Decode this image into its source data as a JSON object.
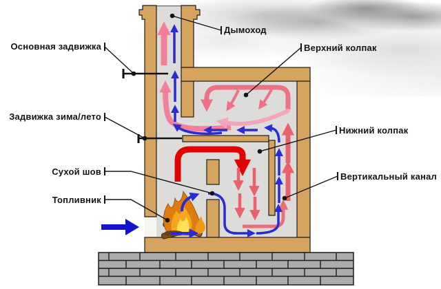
{
  "diagram": {
    "labels": {
      "chimney": "Дымоход",
      "main_damper": "Основная задвижка",
      "winter_summer_damper": "Задвижка зима/лето",
      "upper_bell": "Верхний колпак",
      "lower_bell": "Нижний колпак",
      "dry_seam": "Сухой шов",
      "firebox": "Топливник",
      "vertical_channel": "Вертикальный канал"
    },
    "colors": {
      "masonry_tan": "#D6A45F",
      "cavity_gray": "#DCDCDA",
      "foundation_gray": "#ABABAB",
      "hot_gas_red": "#E00400",
      "warm_gas_rose": "#EE7187",
      "cooling_gas_pink": "#F3A6BA",
      "cold_air_blue": "#2B2BD3",
      "inlet_arrow_blue": "#1313CE"
    }
  }
}
